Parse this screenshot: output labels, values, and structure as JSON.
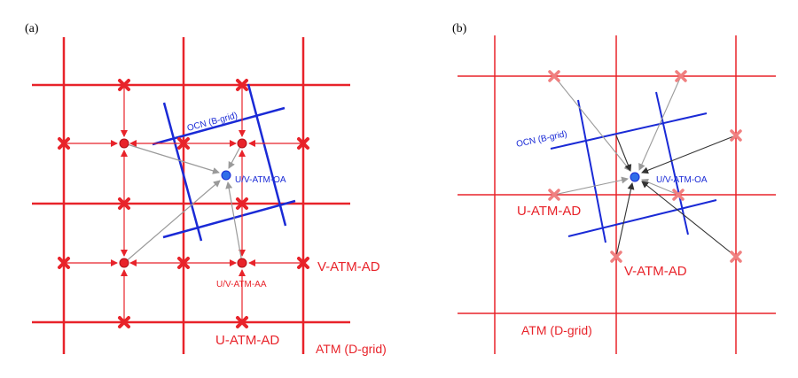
{
  "colors": {
    "atm_grid": "#e8232a",
    "ocn_grid": "#1a2ad6",
    "arrow_gray": "#9a9a9a",
    "arrow_dark": "#333333",
    "cross_fill": "#f4a0a0",
    "dot_fill": "#e8232a",
    "ocn_dot_fill": "#2f6de8"
  },
  "panel_a": {
    "label": "(a)",
    "ocn_label": "OCN (B-grid)",
    "oa_label": "U/V-ATM-OA",
    "aa_label": "U/V-ATM-AA",
    "vad_label": "V-ATM-AD",
    "uad_label": "U-ATM-AD",
    "atm_label": "ATM (D-grid)"
  },
  "panel_b": {
    "label": "(b)",
    "ocn_label": "OCN (B-grid)",
    "oa_label": "U/V-ATM-OA",
    "uad_label": "U-ATM-AD",
    "vad_label": "V-ATM-AD",
    "atm_label": "ATM (D-grid)"
  }
}
